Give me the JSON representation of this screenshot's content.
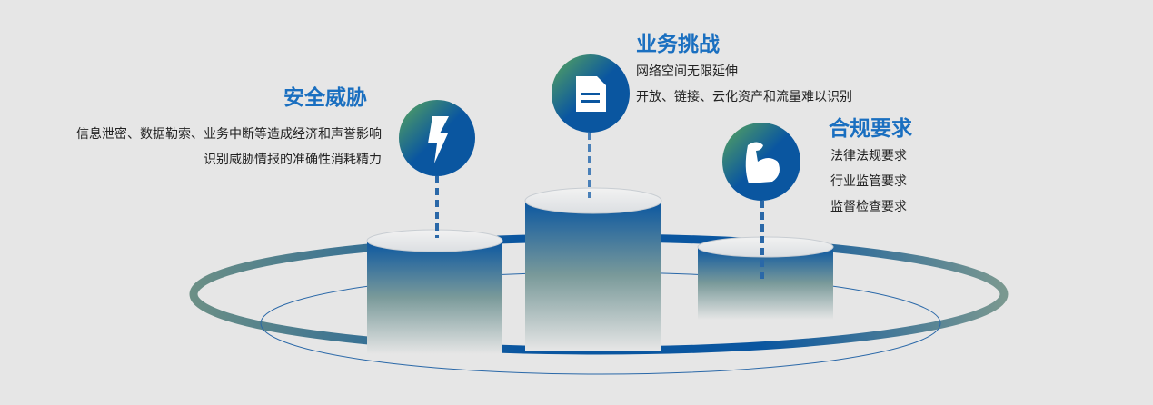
{
  "sections": [
    {
      "title": "安全威胁",
      "icon": "lightning-icon",
      "lines": [
        "信息泄密、数据勒索、业务中断等造成经济和声誉影响",
        "识别威胁情报的准确性消耗精力"
      ]
    },
    {
      "title": "业务挑战",
      "icon": "document-icon",
      "lines": [
        "网络空间无限延伸",
        "开放、链接、云化资产和流量难以识别"
      ]
    },
    {
      "title": "合规要求",
      "icon": "muscle-arm-icon",
      "lines": [
        "法律法规要求",
        "行业监管要求",
        "监督检查要求"
      ]
    }
  ],
  "colors": {
    "accent": "#1a6fc0",
    "dark_blue": "#0a56a0",
    "green": "#4f9e5a"
  }
}
